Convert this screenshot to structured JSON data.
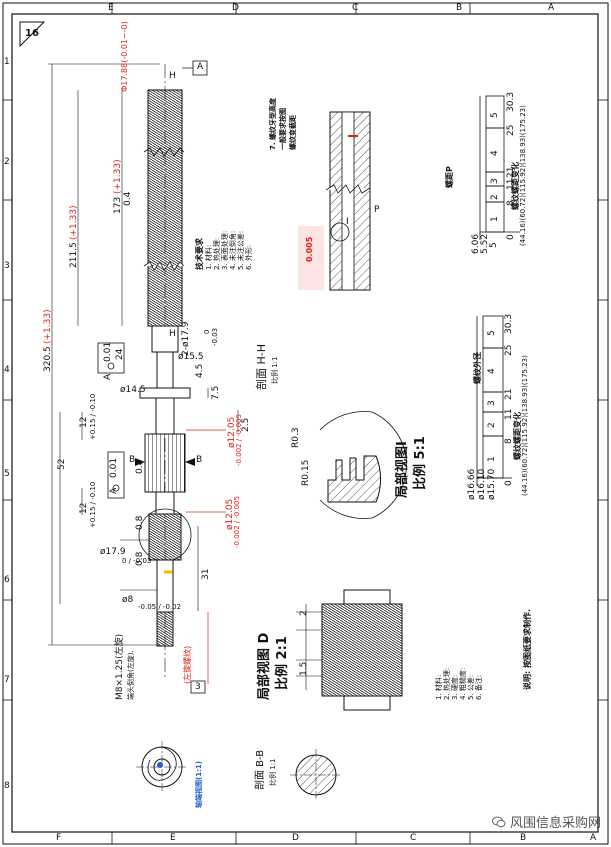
{
  "sheet": {
    "corner_number": "16",
    "zone_letters_top": [
      "E",
      "D",
      "C",
      "B",
      "A"
    ],
    "zone_letters_bottom": [
      "F",
      "E",
      "D",
      "C",
      "B",
      "A"
    ],
    "zone_numbers": [
      "1",
      "2",
      "3",
      "4",
      "5",
      "6",
      "7",
      "8"
    ]
  },
  "shaft": {
    "top_callout": "Φ17.88(-0.01~-0)",
    "datum_a": "A",
    "section_h": "H",
    "dim_320_5": "320.5",
    "dim_320_5_tol": "(+1.33)",
    "dim_211_5": "211.5",
    "dim_211_5_tol": "(+1.33)",
    "dim_173": "173",
    "dim_173_tol": "(+1.33)",
    "dim_0_4": "0.4",
    "chamfer_2x": "2-ø17.9",
    "chamfer_tol_up": "0",
    "chamfer_tol_dn": "-0.03",
    "gtol_1_value": "0.01",
    "gtol_1_datum": "A",
    "dim_24": "24",
    "dim_d15_5": "ø15.5",
    "dim_4_5": "4.5",
    "dim_d14_5": "ø14.5",
    "dim_7_5": "7.5",
    "dim_2_5": "2.5",
    "dim_12_upper": "12",
    "dim_12_upper_tol": "+0.15 / -0.10",
    "dim_52": "52",
    "dim_d12_05_a": "ø12.05",
    "dim_d12_05_a_tol": "-0.002 / -0.005",
    "gtol_2_value": "0.01",
    "gtol_2_datum": "A",
    "dim_0_8_a": "0.8",
    "section_b": "B",
    "dim_12_lower": "12",
    "dim_12_lower_tol": "+0.15 / -0.10",
    "dim_0_8_b": "0.8",
    "dim_d12_05_b": "ø12.05",
    "dim_d12_05_b_tol": "-0.002 / -0.005",
    "dim_d17_9": "ø17.9",
    "dim_d17_9_tol": "0 / -0.03",
    "dim_0_8_c": "0.8",
    "dim_31": "31",
    "dim_d8": "ø8",
    "dim_d8_tol": "-0.05 / -0.02",
    "thread_note": "M8×1.25(左旋)",
    "thread_note_2": "端头倒角(左旋).",
    "thread_red_note": "(左旋螺纹)",
    "detail_3": "3",
    "end_view_note": "轴端视图(1:1)"
  },
  "section_hh": {
    "title": "剖面  H-H",
    "scale": "比例 1:1",
    "dim_red": "0.005",
    "label_p": "P",
    "label_i": "I"
  },
  "detail_i": {
    "title": "局部视图I",
    "scale": "比例 5:1",
    "r1": "R0.15",
    "r2": "R0.3"
  },
  "detail_d": {
    "title": "局部视图 D",
    "scale": "比例 2:1",
    "dim_2": "2",
    "dim_1_5": "1.5"
  },
  "section_bb": {
    "title": "剖面  B-B",
    "scale": "比例 1:1"
  },
  "table_upper": {
    "header": "螺纹螺距变化",
    "cells": [
      "1",
      "2",
      "3",
      "4",
      "5"
    ],
    "xticks": [
      "0",
      "8",
      "11",
      "21",
      "25",
      "30.3"
    ],
    "yticks": [
      "6.06",
      "5.52",
      "5"
    ],
    "bottom_row": "(44.16)(60.72)(115.92)(138.93)(175.23)",
    "side_note": "螺距P"
  },
  "table_lower": {
    "header": "螺纹螺距变化",
    "cells": [
      "1",
      "2",
      "3",
      "4",
      "5"
    ],
    "xticks": [
      "0",
      "8",
      "11",
      "21",
      "25",
      "30.3"
    ],
    "yticks": [
      "ø16.66",
      "ø16.10",
      "ø15.70"
    ],
    "bottom_row": "(44.16)(60.72)(115.92)(138.93)(175.23)",
    "side_note": "螺纹外径"
  },
  "notes": {
    "tech_title": "技术要求",
    "tech_lines": [
      "1. 材料:",
      "2. 热处理:",
      "3. 表面处理:",
      "4. 未注倒角:",
      "5. 未注公差:",
      "6. 外形:"
    ],
    "center_notes": [
      "7. 螺纹牙型高度",
      "一般要求按图",
      "螺纹变截距"
    ],
    "bottom_note": "说明: 按图纸要求制作.",
    "bb_notes": [
      "1. 材料:",
      "2. 热处理:",
      "3. 硬度:",
      "4. 粗糙度:",
      "5. 公差:",
      "6. 备注:"
    ]
  },
  "watermark": {
    "text": "风围信息采购网"
  },
  "colors": {
    "line": "#111111",
    "red": "#e0201a"
  }
}
